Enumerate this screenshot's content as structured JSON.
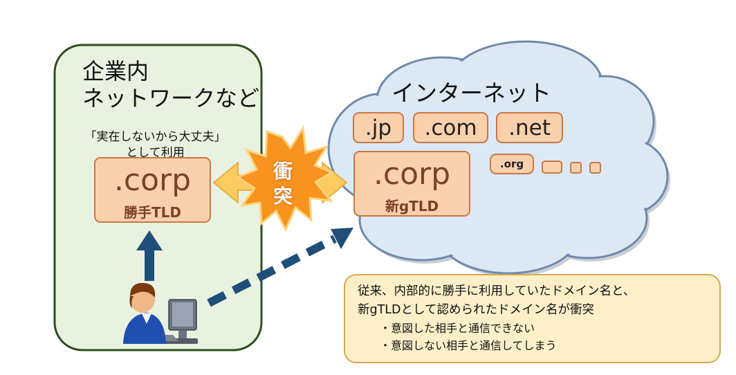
{
  "corporate": {
    "title_line1": "企業内",
    "title_line2": "ネットワークなど",
    "caption_line1": "「実在しないから大丈夫」",
    "caption_line2": "として利用",
    "tld": ".corp",
    "tld_label": "勝手TLD"
  },
  "internet": {
    "title": "インターネット",
    "tlds": [
      ".jp",
      ".com",
      ".net",
      ".org"
    ],
    "new_tld": ".corp",
    "new_tld_label": "新gTLD"
  },
  "clash": {
    "char1": "衝",
    "char2": "突"
  },
  "note": {
    "line1": "従来、内部的に勝手に利用していたドメイン名と、",
    "line2": "新gTLDとして認められたドメイン名が衝突",
    "bullets": [
      "・意図した相手と通信できない",
      "・意図しない相手と通信してしまう"
    ]
  },
  "colors": {
    "corporate_fill": "#e9f2e1",
    "corporate_border": "#2d4e1f",
    "cloud_fill": "#dde8f5",
    "cloud_border": "#6e8aab",
    "tld_fill": "#fbd0ac",
    "tld_border": "#c87844",
    "arrow_navy": "#1f4e79",
    "clash_orange": "#f7931e",
    "double_arrow": "#fccb62"
  },
  "icons": [
    "user-at-computer-icon"
  ]
}
